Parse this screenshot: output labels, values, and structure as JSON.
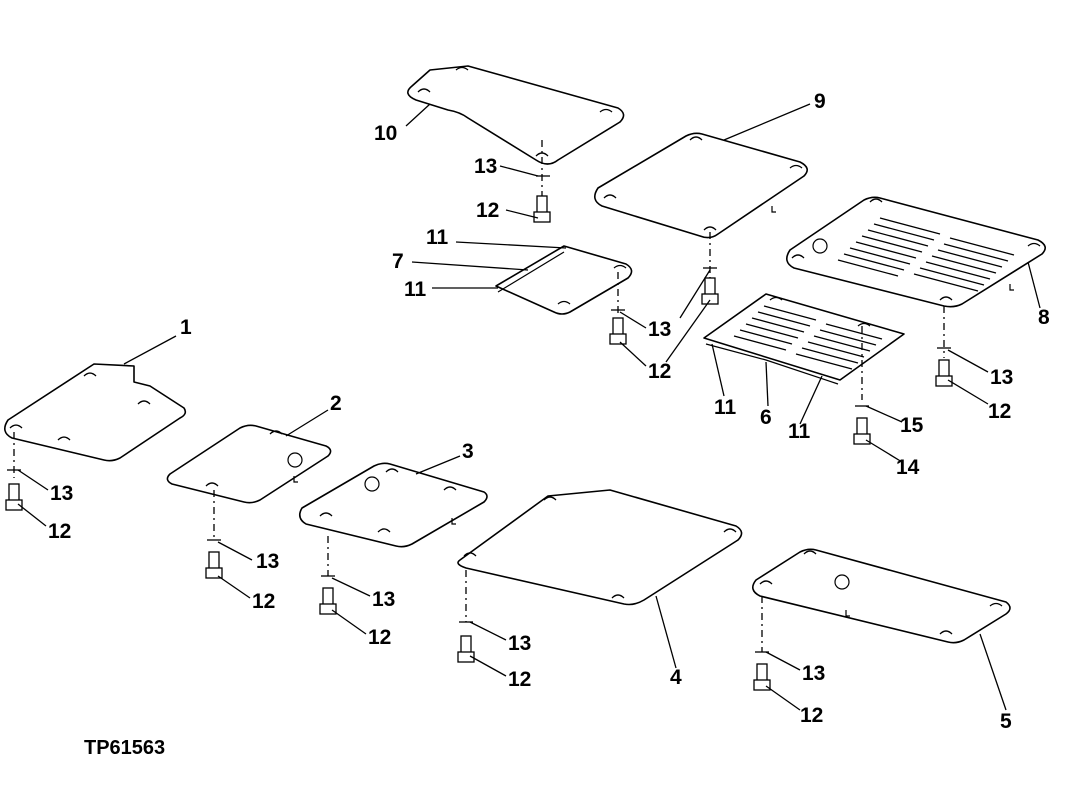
{
  "figure_ref": "TP61563",
  "callouts": {
    "c1": "1",
    "c2": "2",
    "c3": "3",
    "c4": "4",
    "c5": "5",
    "c6": "6",
    "c7": "7",
    "c8": "8",
    "c9": "9",
    "c10": "10",
    "c11": "11",
    "c12": "12",
    "c13": "13",
    "c14": "14",
    "c15": "15"
  }
}
